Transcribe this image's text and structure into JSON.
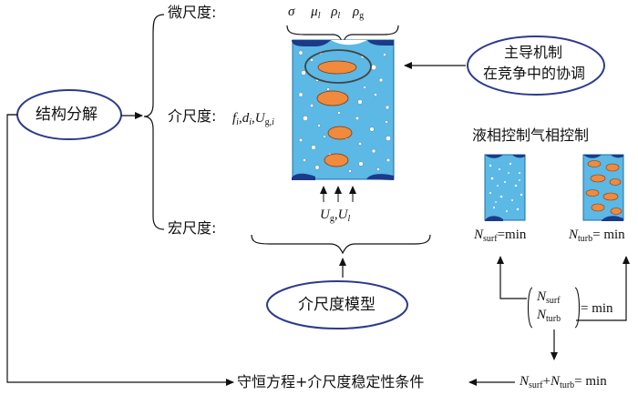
{
  "scales": {
    "micro": "微尺度:",
    "meso": "介尺度:",
    "macro": "宏尺度:"
  },
  "micro_params": {
    "sigma": "σ",
    "mu": "μ",
    "rho": "ρ",
    "sub_l": "l",
    "sub_g": "g"
  },
  "meso_params": {
    "f": "f",
    "d": "d",
    "U": "U",
    "sub_i": "i",
    "sub_g": "g",
    "sub_gi": "g,",
    "comma": ","
  },
  "macro_params": {
    "U": "U",
    "sub_g": "g",
    "sub_l": "l",
    "comma": ","
  },
  "nodes": {
    "structure_decomposition": "结构分解",
    "dominant_mechanism_line1": "主导机制",
    "dominant_mechanism_line2": "在竞争中的协调",
    "meso_model": "介尺度模型",
    "conservation": "守恒方程+介尺度稳定性条件"
  },
  "control_label": "液相控制气相控制",
  "equations": {
    "N": "N",
    "surf": "surf",
    "turb": "turb",
    "eq_min": "=min",
    "eq_min_sp": "= min",
    "plus": "+"
  }
}
